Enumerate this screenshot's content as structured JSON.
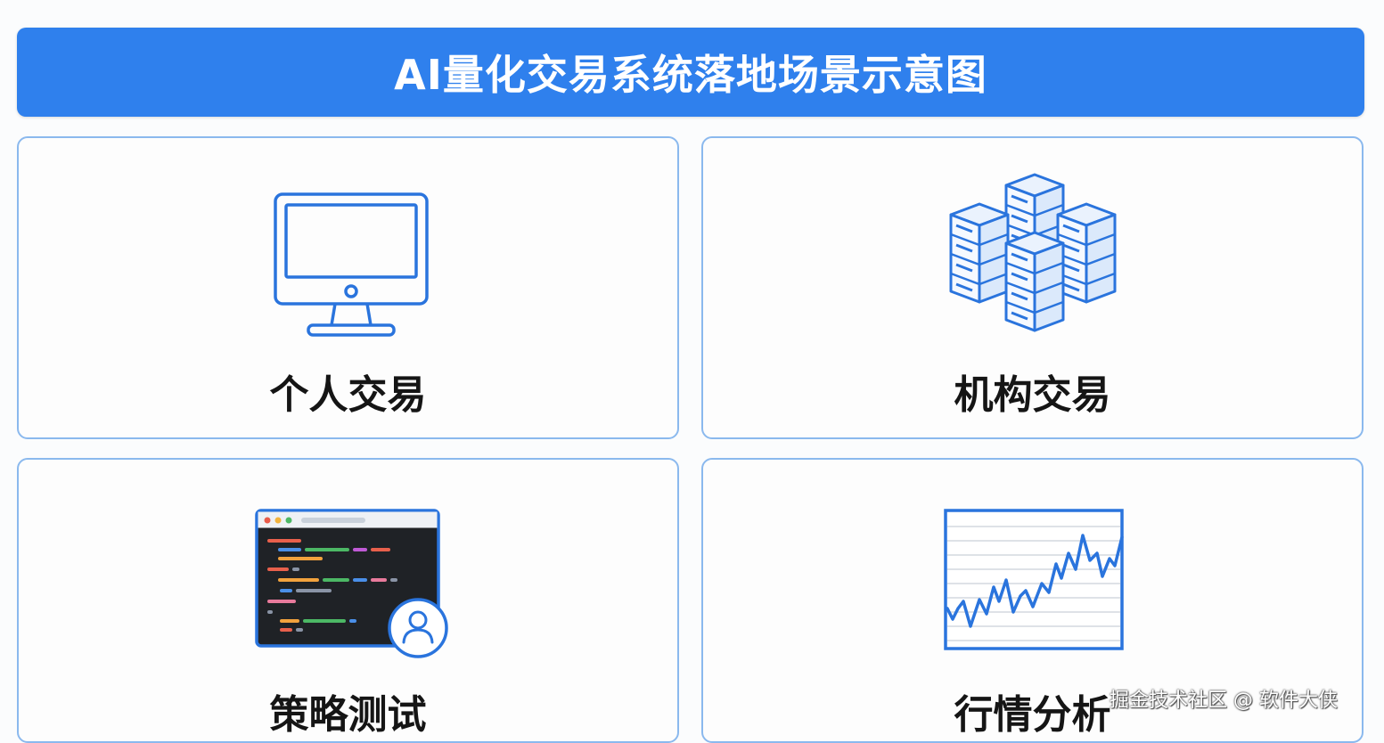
{
  "header": {
    "title": "AI量化交易系统落地场景示意图"
  },
  "cards": [
    {
      "label": "个人交易",
      "icon": "monitor-icon"
    },
    {
      "label": "机构交易",
      "icon": "server-cluster-icon"
    },
    {
      "label": "策略测试",
      "icon": "code-editor-user-icon"
    },
    {
      "label": "行情分析",
      "icon": "line-chart-icon"
    }
  ],
  "watermark": "掘金技术社区 @ 软件大侠",
  "colors": {
    "accent": "#2f80ed",
    "icon_stroke": "#2a74dd",
    "card_border": "#8bb9ee"
  }
}
